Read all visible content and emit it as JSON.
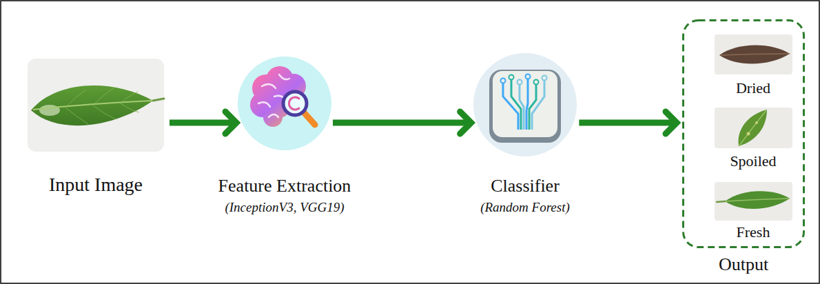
{
  "diagram": {
    "nodes": [
      {
        "text": [
          "Input Image"
        ]
      },
      {
        "text": [
          "Feature Extraction",
          "(InceptionV3, VGG19)"
        ]
      },
      {
        "text": [
          "Classifier",
          "(Random Forest)"
        ]
      },
      {
        "text": [
          "Output"
        ]
      },
      {
        "text": [
          "Dried"
        ],
        "in": 3
      },
      {
        "text": [
          "Spoiled"
        ],
        "in": 3
      },
      {
        "text": [
          "Fresh"
        ],
        "in": 3
      }
    ],
    "edges": [
      {
        "from": 0,
        "to": 1,
        "arrow": "to"
      },
      {
        "from": 1,
        "to": 2,
        "arrow": "to"
      },
      {
        "from": 2,
        "to": 3,
        "arrow": "to"
      }
    ]
  }
}
